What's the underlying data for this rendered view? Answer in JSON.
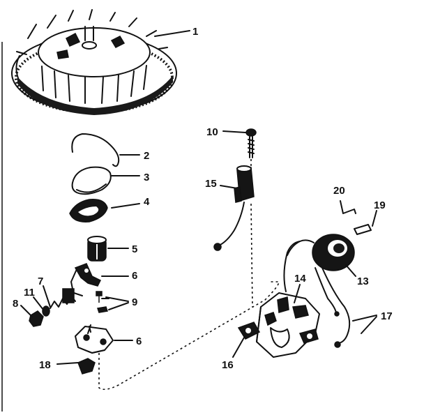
{
  "diagram": {
    "callouts": [
      {
        "id": "c1",
        "label": "1",
        "part": "flywheel"
      },
      {
        "id": "c2",
        "label": "2",
        "part": "spring-wire"
      },
      {
        "id": "c3",
        "label": "3",
        "part": "cover"
      },
      {
        "id": "c4",
        "label": "4",
        "part": "plate"
      },
      {
        "id": "c5",
        "label": "5",
        "part": "bushing"
      },
      {
        "id": "c6a",
        "label": "6",
        "part": "lever"
      },
      {
        "id": "c9",
        "label": "9",
        "part": "screws"
      },
      {
        "id": "c6b",
        "label": "6",
        "part": "bracket"
      },
      {
        "id": "c18",
        "label": "18",
        "part": "clip"
      },
      {
        "id": "c8",
        "label": "8",
        "part": "nut"
      },
      {
        "id": "c11",
        "label": "11",
        "part": "washer"
      },
      {
        "id": "c7",
        "label": "7",
        "part": "spring"
      },
      {
        "id": "c10",
        "label": "10",
        "part": "screw"
      },
      {
        "id": "c15",
        "label": "15",
        "part": "condenser"
      },
      {
        "id": "c20",
        "label": "20",
        "part": "wire-clip"
      },
      {
        "id": "c19",
        "label": "19",
        "part": "tab"
      },
      {
        "id": "c13",
        "label": "13",
        "part": "coil"
      },
      {
        "id": "c17",
        "label": "17",
        "part": "breaker"
      },
      {
        "id": "c14",
        "label": "14",
        "part": "leads"
      },
      {
        "id": "c16",
        "label": "16",
        "part": "armature"
      }
    ]
  }
}
